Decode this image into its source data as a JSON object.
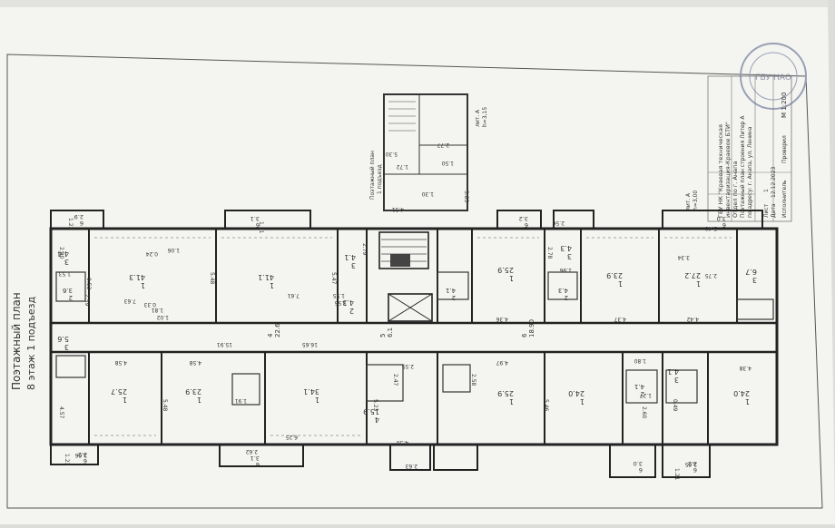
{
  "document": {
    "title": "Поэтажный план",
    "subtitle": "8 этаж 1 подъезд",
    "scale_main": "М 1:200",
    "stamp_text": "ГБУ НАО",
    "title_block": {
      "org_line1": "ГБУ НК \"Краевая техническая",
      "org_line2": "инвентаризация-Краевое БТИ\"",
      "org_line3": "Отдел по г. Анапа",
      "doc_line1": "Поэтажный план строения Литер А",
      "doc_line2": "по адресу: г. Анапа, ул. Ленина",
      "sheet_label": "Лист",
      "sheet_no": "1",
      "sheets_label": "Листов",
      "sheets_no": "1",
      "date_label": "Дата",
      "date_value": "12.12.2023",
      "role1": "Исполнитель",
      "role2": "Проверил"
    },
    "inset": {
      "title": "Поэтажный план",
      "subtitle": "1 подъезд",
      "label": "лит. А",
      "height": "h=3,15",
      "dims": [
        "5.30",
        "2.77",
        "1.50",
        "1.30",
        "1.72",
        "3.83",
        "4.31"
      ]
    },
    "plan_label": "лит. А",
    "plan_height": "h=3,00"
  },
  "rooms_top": [
    {
      "no": "3",
      "area": "4.4"
    },
    {
      "no": "1",
      "area": "41.3"
    },
    {
      "no": "1",
      "area": "41.1"
    },
    {
      "no": "3",
      "area": "4.1"
    },
    {
      "no": "2",
      "area": "4.3"
    },
    {
      "no": "1",
      "area": "25.9"
    },
    {
      "no": "3",
      "area": "4.3"
    },
    {
      "no": "1",
      "area": "23.9"
    },
    {
      "no": "1",
      "area": "27.2"
    },
    {
      "no": "3",
      "area": "6.7"
    }
  ],
  "rooms_bottom": [
    {
      "no": "3",
      "area": "5.6"
    },
    {
      "no": "1",
      "area": "25.7"
    },
    {
      "no": "1",
      "area": "23.9"
    },
    {
      "no": "1",
      "area": "34.1"
    },
    {
      "no": "4",
      "area": "15.9"
    },
    {
      "no": "1",
      "area": "25.9"
    },
    {
      "no": "1",
      "area": "24.0"
    },
    {
      "no": "3",
      "area": "4.1"
    },
    {
      "no": "1",
      "area": "24.0"
    }
  ],
  "baths": [
    {
      "no": "2",
      "area": "3.6"
    },
    {
      "no": "2",
      "area": "4.1"
    },
    {
      "no": "2",
      "area": "4.3"
    },
    {
      "no": "2",
      "area": "4.1"
    }
  ],
  "corridor": {
    "left": {
      "no": "4",
      "area": "22.6"
    },
    "center": {
      "no": "5",
      "area": "6.1"
    },
    "right": {
      "no": "6",
      "area": "18.90"
    }
  },
  "dims": [
    "7.63",
    "5.48",
    "5.47",
    "7.61",
    "2.79",
    "1.06",
    "0.24",
    "0.33",
    "1.02",
    "2.80",
    "1.53",
    "2.59",
    "0.53",
    "1.81",
    "1.55",
    "1.56",
    "1.96",
    "4.36",
    "4.37",
    "4.42",
    "4.38",
    "4.58",
    "4.58",
    "6.25",
    "4.30",
    "4.97",
    "5.23",
    "2.47",
    "2.55",
    "2.58",
    "2.60",
    "1.80",
    "1.91",
    "1.27",
    "0.49",
    "5.46",
    "5.48",
    "15.91",
    "16.65",
    "2.66",
    "2.63",
    "2.62",
    "2.65",
    "1.23",
    "1.21",
    "2.56",
    "1.21",
    "3.34",
    "2.78",
    "4.57",
    "5.40",
    "2.75",
    "1.23"
  ],
  "balconies": [
    {
      "no": "6",
      "area": "2.9"
    },
    {
      "no": "6",
      "area": "3.1"
    },
    {
      "no": "6",
      "area": "3.2"
    },
    {
      "no": "6",
      "area": "3.0"
    },
    {
      "no": "6",
      "area": "3.2"
    },
    {
      "no": "6",
      "area": "3.1"
    },
    {
      "no": "6",
      "area": "3.0"
    },
    {
      "no": "6",
      "area": "3.2"
    }
  ]
}
